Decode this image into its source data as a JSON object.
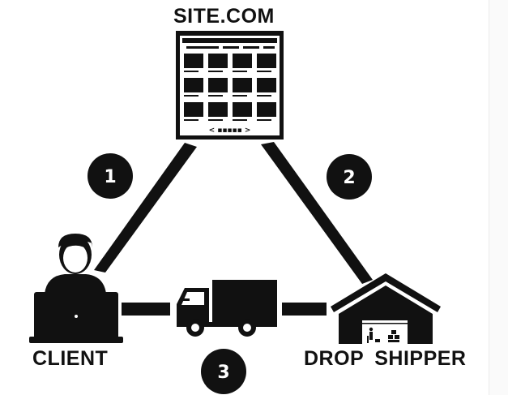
{
  "site_label": "SITE.COM",
  "client_label": "CLIENT",
  "dropshipper_label": "DROP SHIPPER",
  "steps": [
    "1",
    "2",
    "3"
  ],
  "colors": {
    "ink": "#111111",
    "background": "#ffffff"
  },
  "icons": [
    "website-icon",
    "person-laptop-icon",
    "truck-icon",
    "warehouse-icon"
  ]
}
